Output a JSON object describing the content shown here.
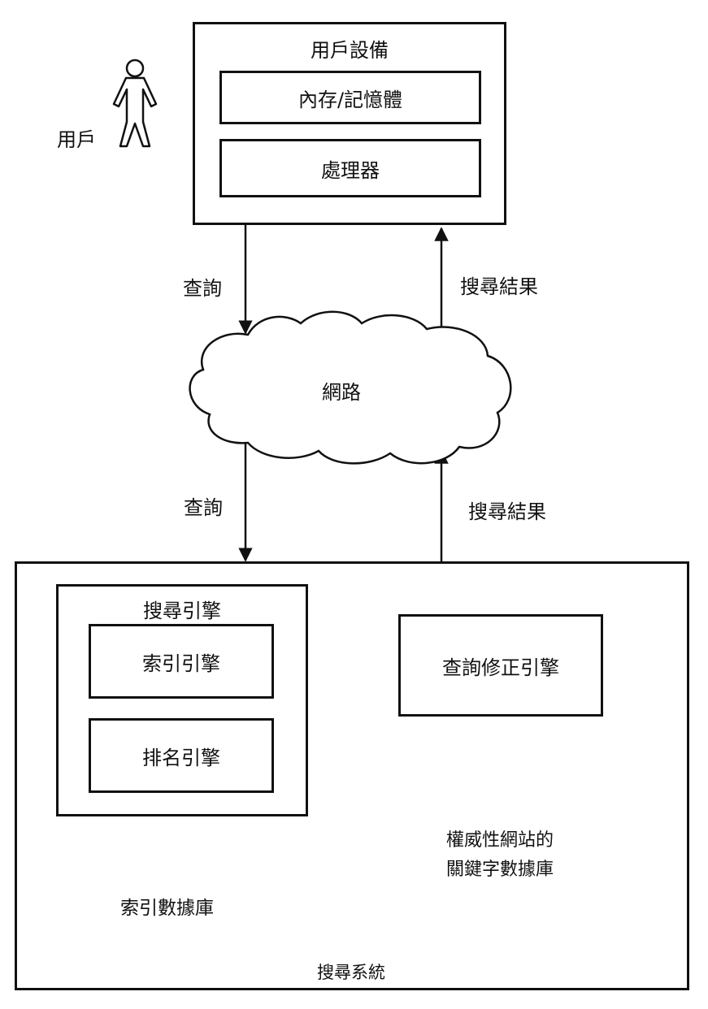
{
  "user": {
    "label": "用戶"
  },
  "user_device": {
    "title": "用戶設備",
    "memory": "內存/記憶體",
    "processor": "處理器"
  },
  "network": {
    "label": "網路"
  },
  "flows": {
    "query_upper": "查詢",
    "results_upper": "搜尋結果",
    "query_lower": "查詢",
    "results_lower": "搜尋結果"
  },
  "search_system": {
    "label": "搜尋系統",
    "search_engine": {
      "title": "搜尋引擎",
      "index_engine": "索引引擎",
      "ranking_engine": "排名引擎"
    },
    "query_revision_engine": "查詢修正引擎",
    "index_database": "索引數據庫",
    "keyword_database": {
      "line1": "權威性網站的",
      "line2": "關鍵字數據庫"
    }
  }
}
